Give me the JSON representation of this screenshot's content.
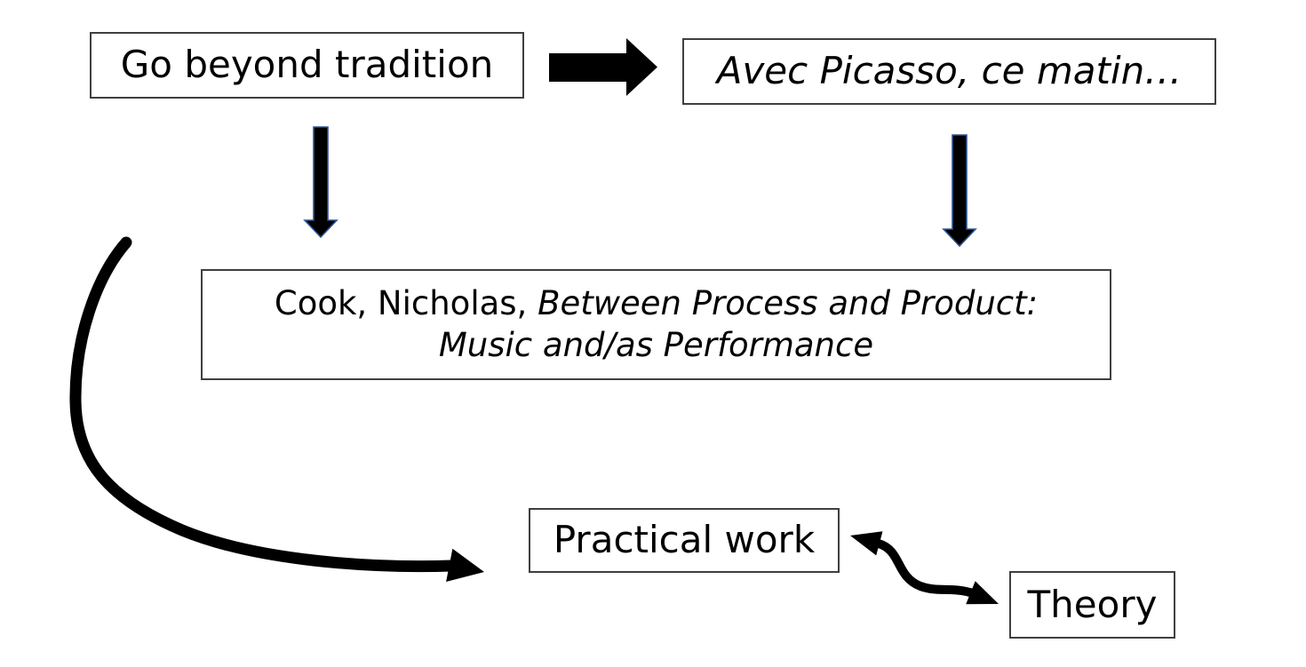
{
  "boxes": {
    "go_beyond": {
      "label": "Go beyond tradition"
    },
    "avec_picasso": {
      "label": "Avec Picasso, ce matin…"
    },
    "cook": {
      "prefix": "Cook, Nicholas, ",
      "title_line1": "Between Process and Product:",
      "title_line2": "Music and/as Performance"
    },
    "practical": {
      "label": "Practical work"
    },
    "theory": {
      "label": "Theory"
    }
  },
  "icons": {
    "right_block_arrow": "arrow pointing right between top boxes",
    "down_block_arrows": "two downward block arrows to center box",
    "curved_arrow": "long curved arrow from left side to Practical work",
    "double_wavy_arrow": "two-headed wavy arrow between Practical work and Theory"
  },
  "colors": {
    "background": "#ffffff",
    "text": "#000000",
    "box_border": "#3f3f3f",
    "arrow_fill": "#000000",
    "down_arrow_outline": "#2f5496"
  }
}
